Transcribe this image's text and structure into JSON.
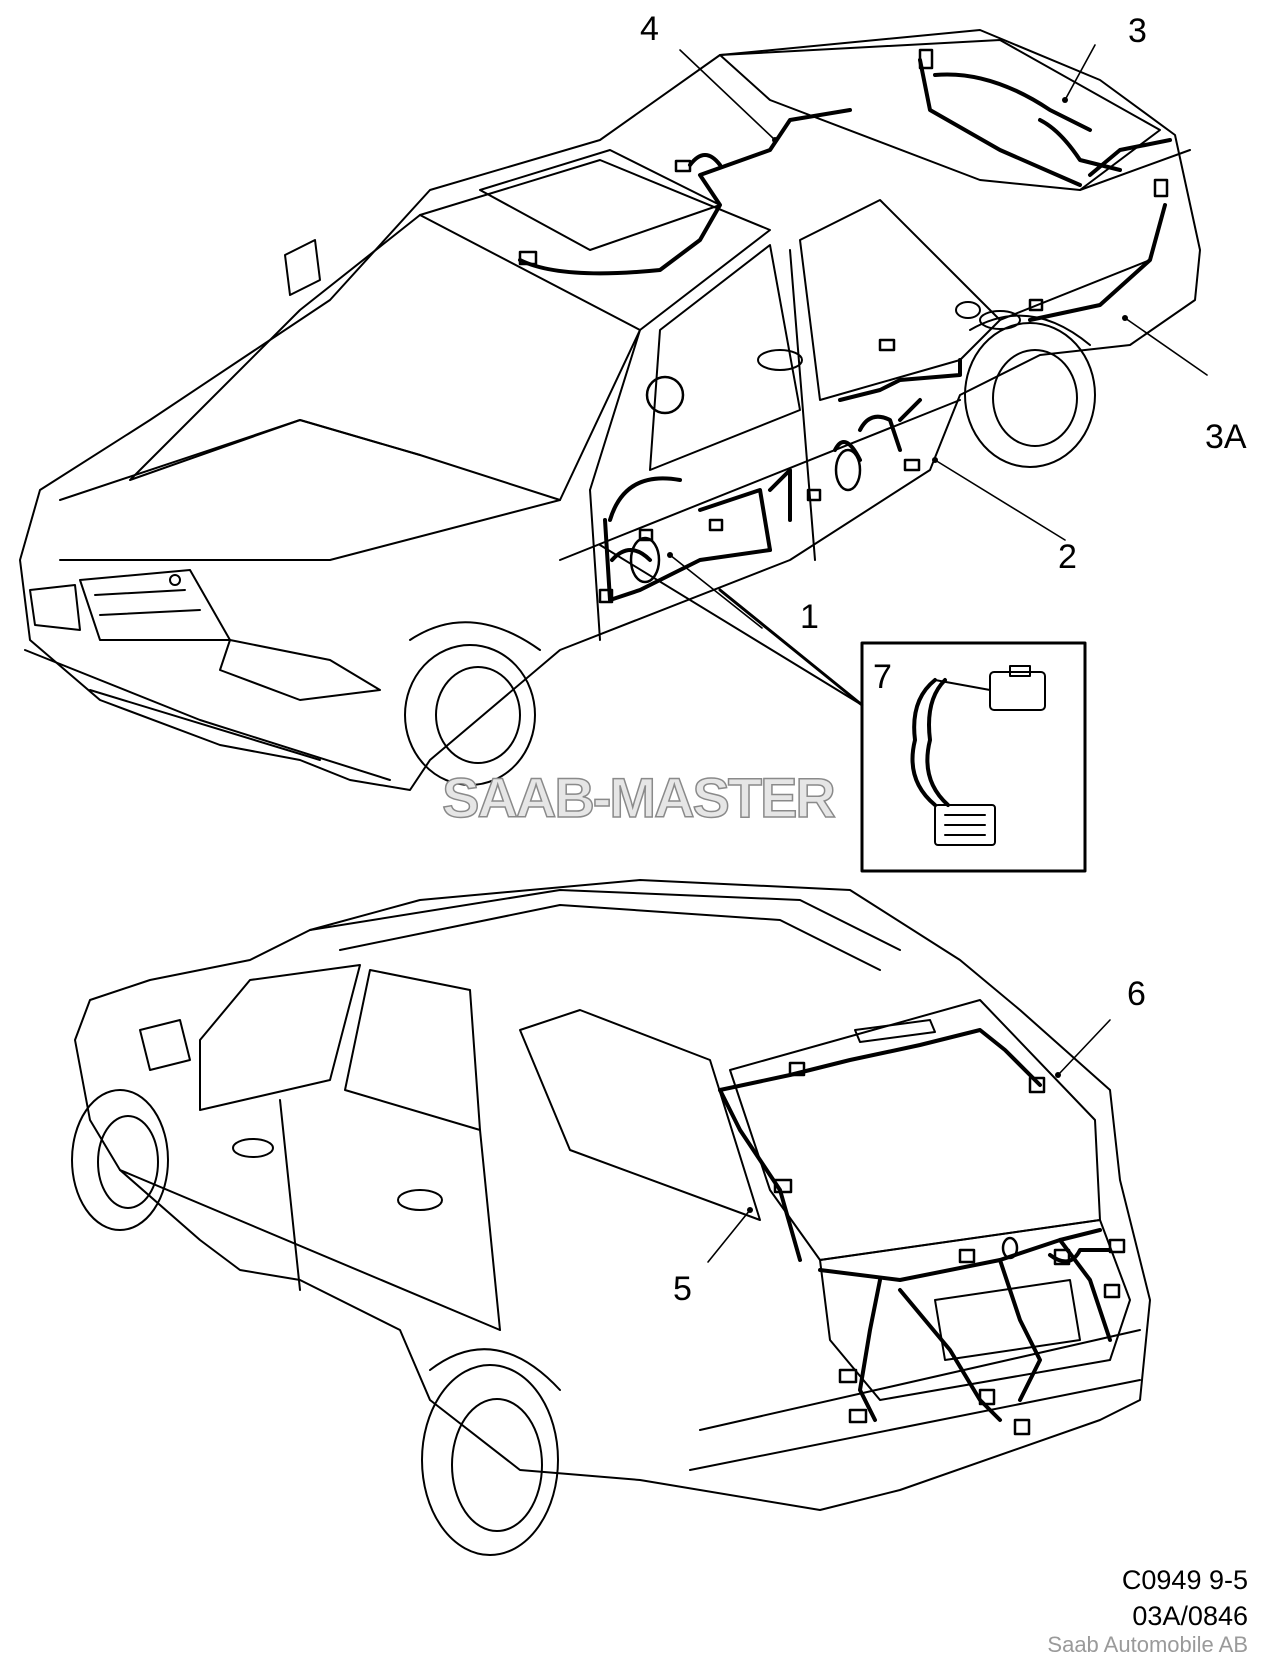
{
  "diagram": {
    "callouts": [
      "1",
      "2",
      "3",
      "3A",
      "4",
      "5",
      "6",
      "7"
    ],
    "watermark": "SAAB-MASTER",
    "footer": {
      "reference_code": "C0949 9-5",
      "document_ref": "03A/0846",
      "company": "Saab Automobile AB"
    },
    "colors": {
      "line": "#000000",
      "background": "#ffffff",
      "watermark_fill": "#e6e6e6",
      "watermark_stroke": "#8a8a8a",
      "company_text": "#9a9a9a"
    }
  }
}
